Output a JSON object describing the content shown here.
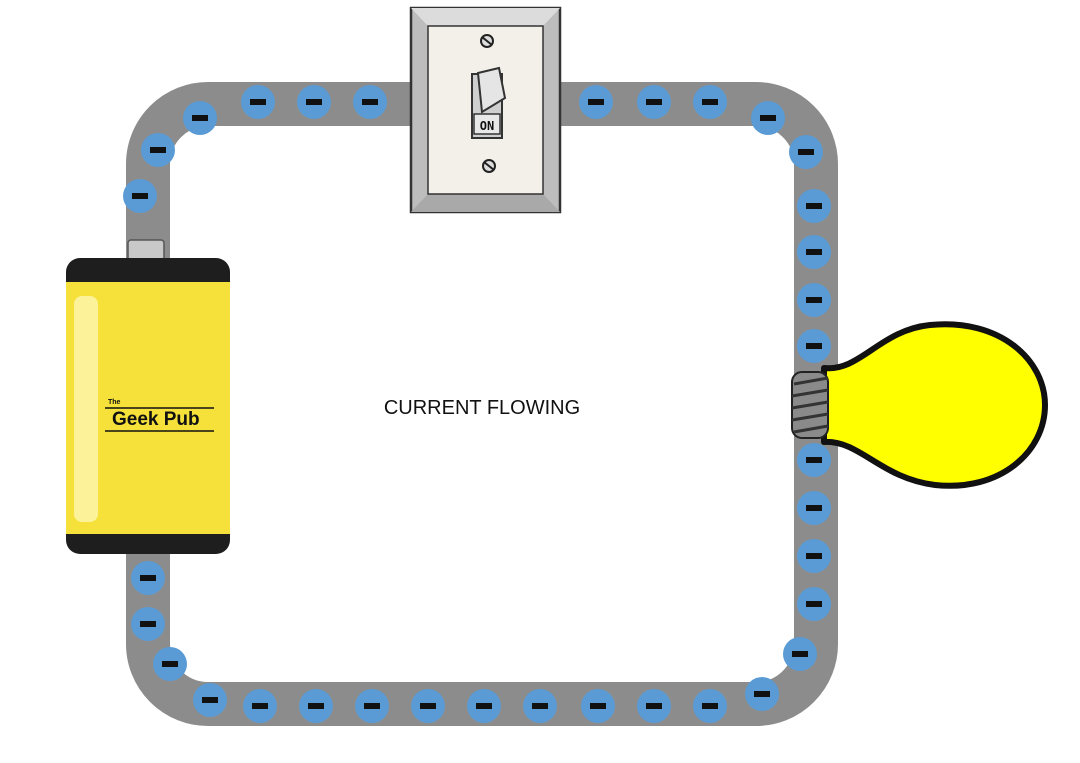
{
  "caption": "CURRENT FLOWING",
  "battery": {
    "brand_small": "The",
    "brand_name": "Geek Pub"
  },
  "switch": {
    "state_label": "ON"
  },
  "colors": {
    "wire": "#8c8c8c",
    "electron": "#5b9bd5",
    "electron_sign": "#111111",
    "battery_body": "#f5e13a",
    "battery_cap": "#1e1e1e",
    "bulb_glass": "#ffff00",
    "switch_plate": "#f3efe9"
  },
  "icons": {
    "battery": "battery-icon",
    "switch": "toggle-switch-icon",
    "bulb": "light-bulb-icon",
    "electron": "electron-minus-icon"
  }
}
